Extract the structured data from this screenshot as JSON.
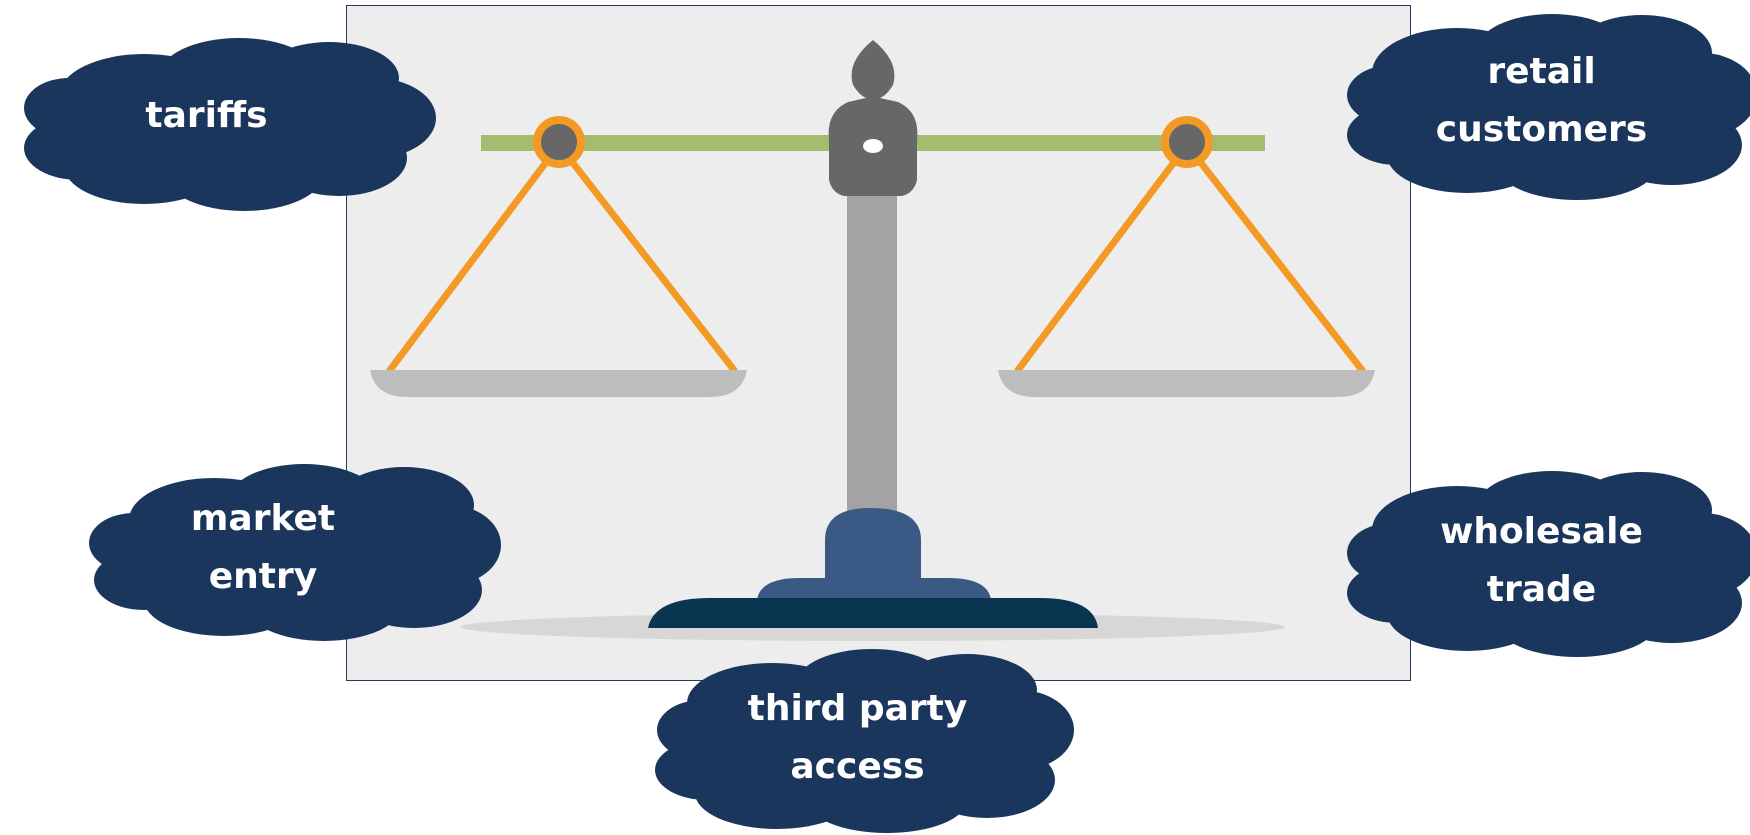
{
  "clouds": {
    "tariffs": "tariffs",
    "retail_customers": "retail\ncustomers",
    "market_entry": "market\nentry",
    "wholesale_trade": "wholesale\ntrade",
    "third_party_access": "third party\naccess"
  },
  "colors": {
    "cloud_fill": "#1b365d",
    "panel_bg": "#eeedee",
    "beam": "#a5bb6f",
    "strings": "#f39a25",
    "pans": "#bdbdbd",
    "pillar": "#a3a3a3",
    "head": "#676767",
    "base_top": "#3a5a85",
    "base_bottom": "#0a3550"
  }
}
